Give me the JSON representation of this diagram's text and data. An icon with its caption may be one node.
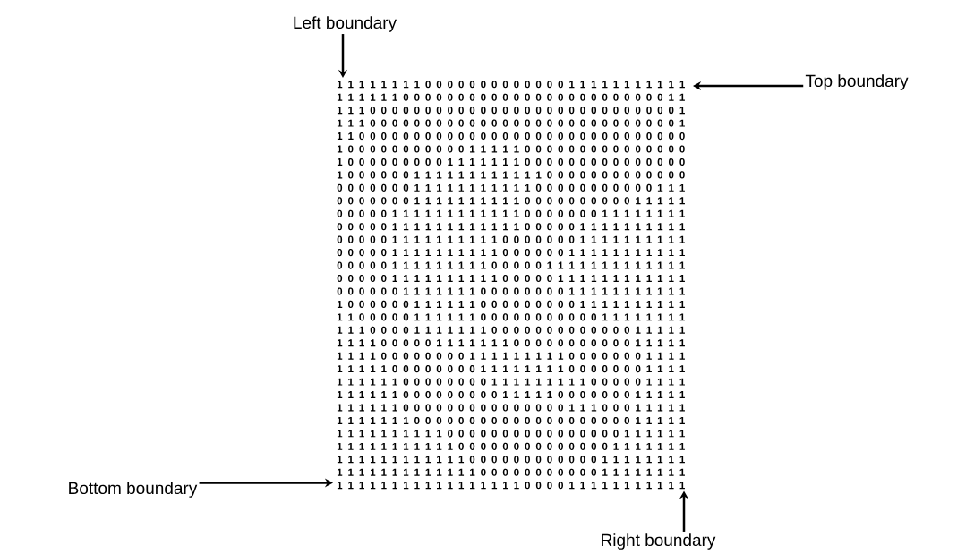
{
  "diagram": {
    "nodes": [
      {
        "text": [
          "Left boundary"
        ]
      },
      {
        "text": [
          "Top boundary"
        ]
      },
      {
        "text": [
          "1 1 1 1 1 1 1 1 0 0 0 0 0 0 0 0 0 0 0 0 0 1 1 1 1 1 1 1 1 1 1 1",
          "1 1 1 1 1 1 0 0 0 0 0 0 0 0 0 0 0 0 0 0 0 0 0 0 0 0 0 0 0 0 1 1",
          "1 1 1 0 0 0 0 0 0 0 0 0 0 0 0 0 0 0 0 0 0 0 0 0 0 0 0 0 0 0 0 1",
          "1 1 1 0 0 0 0 0 0 0 0 0 0 0 0 0 0 0 0 0 0 0 0 0 0 0 0 0 0 0 0 1",
          "1 1 0 0 0 0 0 0 0 0 0 0 0 0 0 0 0 0 0 0 0 0 0 0 0 0 0 0 0 0 0 0",
          "1 0 0 0 0 0 0 0 0 0 0 0 1 1 1 1 1 0 0 0 0 0 0 0 0 0 0 0 0 0 0 0",
          "1 0 0 0 0 0 0 0 0 0 1 1 1 1 1 1 1 0 0 0 0 0 0 0 0 0 0 0 0 0 0 0",
          "1 0 0 0 0 0 0 1 1 1 1 1 1 1 1 1 1 1 1 0 0 0 0 0 0 0 0 0 0 0 0 0",
          "0 0 0 0 0 0 0 1 1 1 1 1 1 1 1 1 1 1 0 0 0 0 0 0 0 0 0 0 0 1 1 1",
          "0 0 0 0 0 0 0 1 1 1 1 1 1 1 1 1 1 0 0 0 0 0 0 0 0 0 0 1 1 1 1 1",
          "0 0 0 0 0 1 1 1 1 1 1 1 1 1 1 1 1 0 0 0 0 0 0 0 1 1 1 1 1 1 1 1",
          "0 0 0 0 0 1 1 1 1 1 1 1 1 1 1 1 1 0 0 0 0 0 1 1 1 1 1 1 1 1 1 1",
          "0 0 0 0 0 1 1 1 1 1 1 1 1 1 1 0 0 0 0 0 0 0 1 1 1 1 1 1 1 1 1 1",
          "0 0 0 0 0 1 1 1 1 1 1 1 1 1 1 0 0 0 0 0 0 1 1 1 1 1 1 1 1 1 1 1",
          "0 0 0 0 0 1 1 1 1 1 1 1 1 1 0 0 0 0 0 1 1 1 1 1 1 1 1 1 1 1 1 1",
          "0 0 0 0 0 1 1 1 1 1 1 1 1 1 1 0 0 0 0 0 1 1 1 1 1 1 1 1 1 1 1 1",
          "0 0 0 0 0 0 1 1 1 1 1 1 1 0 0 0 0 0 0 0 0 1 1 1 1 1 1 1 1 1 1 1",
          "1 0 0 0 0 0 0 1 1 1 1 1 1 0 0 0 0 0 0 0 0 0 1 1 1 1 1 1 1 1 1 1",
          "1 1 0 0 0 0 0 1 1 1 1 1 1 0 0 0 0 0 0 0 0 0 0 0 1 1 1 1 1 1 1 1",
          "1 1 1 0 0 0 0 1 1 1 1 1 1 1 0 0 0 0 0 0 0 0 0 0 0 0 0 1 1 1 1 1",
          "1 1 1 1 0 0 0 0 0 1 1 1 1 1 1 1 0 0 0 0 0 0 0 0 0 0 0 1 1 1 1 1",
          "1 1 1 1 0 0 0 0 0 0 0 0 1 1 1 1 1 1 1 1 1 0 0 0 0 0 0 0 1 1 1 1",
          "1 1 1 1 1 0 0 0 0 0 0 0 0 1 1 1 1 1 1 1 1 0 0 0 0 0 0 0 1 1 1 1",
          "1 1 1 1 1 1 0 0 0 0 0 0 0 0 1 1 1 1 1 1 1 1 1 0 0 0 0 0 1 1 1 1",
          "1 1 1 1 1 1 0 0 0 0 0 0 0 0 0 1 1 1 1 1 0 0 0 0 0 0 0 1 1 1 1 1",
          "1 1 1 1 1 1 0 0 0 0 0 0 0 0 0 0 0 0 0 0 0 1 1 1 0 0 0 1 1 1 1 1",
          "1 1 1 1 1 1 1 0 0 0 0 0 0 0 0 0 0 0 0 0 0 0 0 0 0 0 0 1 1 1 1 1",
          "1 1 1 1 1 1 1 1 1 1 0 0 0 0 0 0 0 0 0 0 0 0 0 0 0 0 1 1 1 1 1 1",
          "1 1 1 1 1 1 1 1 1 1 1 0 0 0 0 0 0 0 0 0 0 0 0 0 0 1 1 1 1 1 1 1",
          "1 1 1 1 1 1 1 1 1 1 1 1 0 0 0 0 0 0 0 0 0 0 0 0 1 1 1 1 1 1 1 1",
          "1 1 1 1 1 1 1 1 1 1 1 1 1 0 0 0 0 0 0 0 0 0 0 0 1 1 1 1 1 1 1 1",
          "1 1 1 1 1 1 1 1 1 1 1 1 1 1 1 1 1 0 0 0 0 1 1 1 1 1 1 1 1 1 1 1"
        ]
      },
      {
        "text": [
          "Bottom boundary"
        ]
      },
      {
        "text": [
          "Right boundary"
        ]
      }
    ],
    "edges": [
      {
        "from": 0,
        "to": 2,
        "arrow": "to"
      },
      {
        "from": 1,
        "to": 2,
        "arrow": "to"
      },
      {
        "from": 3,
        "to": 2,
        "arrow": "to"
      },
      {
        "from": 4,
        "to": 2,
        "arrow": "to"
      }
    ]
  }
}
